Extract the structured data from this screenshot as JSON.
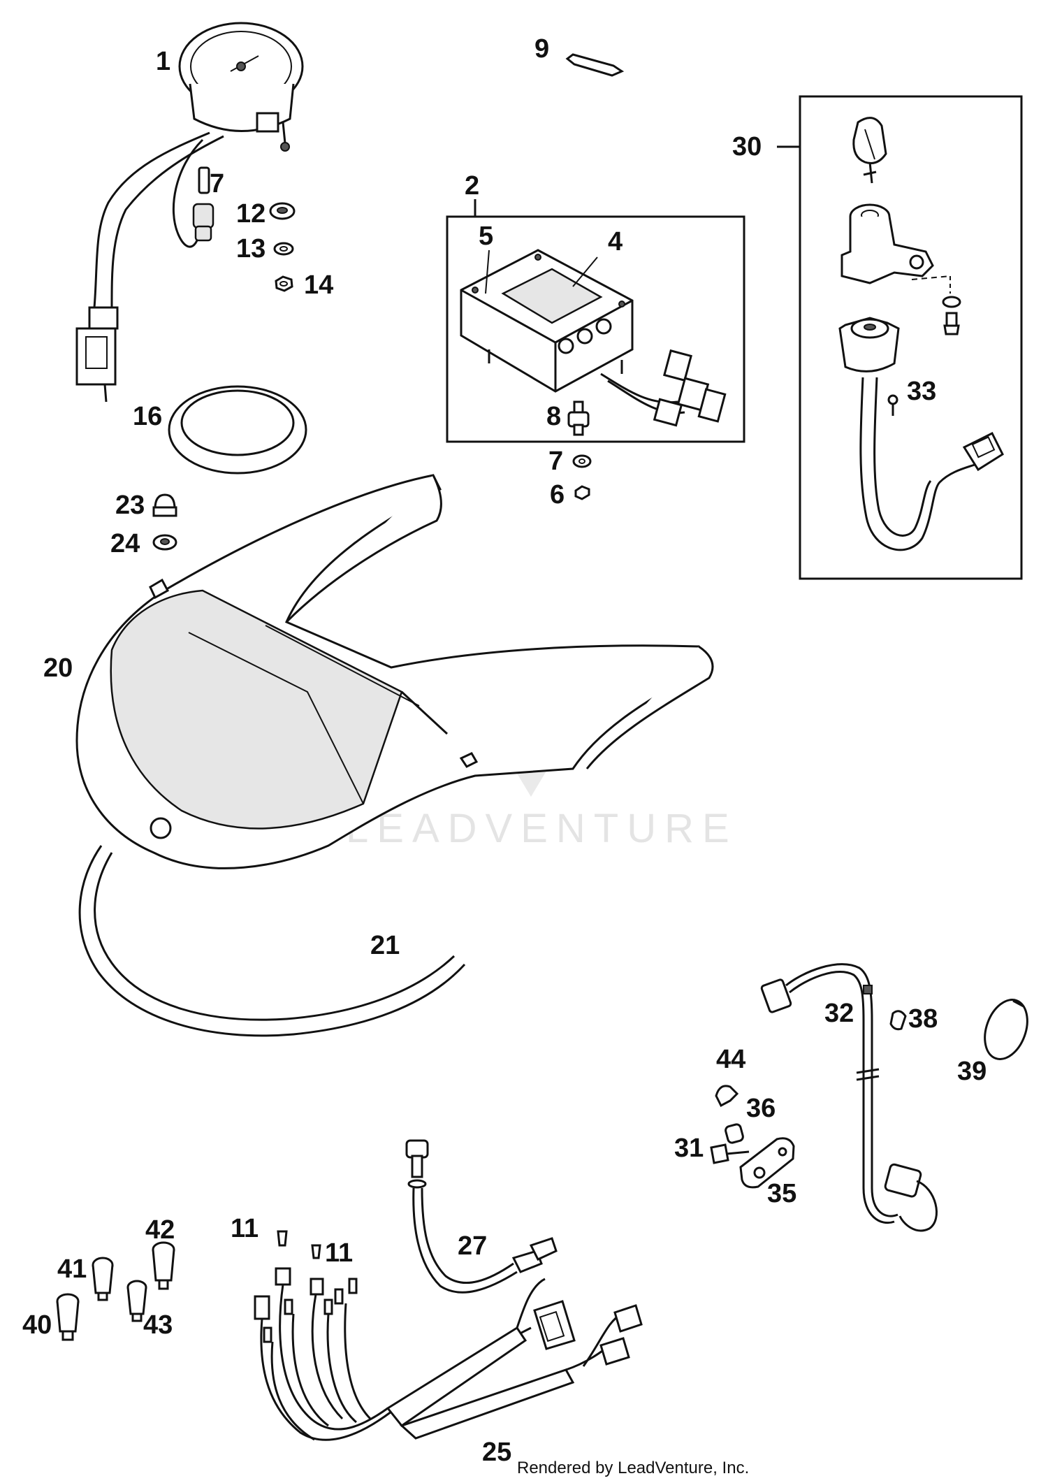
{
  "callouts": [
    {
      "id": "c1",
      "text": "1"
    },
    {
      "id": "c2",
      "text": "2"
    },
    {
      "id": "c4",
      "text": "4"
    },
    {
      "id": "c5",
      "text": "5"
    },
    {
      "id": "c6",
      "text": "6"
    },
    {
      "id": "c7a",
      "text": "7"
    },
    {
      "id": "c7b",
      "text": "7"
    },
    {
      "id": "c8",
      "text": "8"
    },
    {
      "id": "c9",
      "text": "9"
    },
    {
      "id": "c11a",
      "text": "11"
    },
    {
      "id": "c11b",
      "text": "11"
    },
    {
      "id": "c12",
      "text": "12"
    },
    {
      "id": "c13",
      "text": "13"
    },
    {
      "id": "c14",
      "text": "14"
    },
    {
      "id": "c16",
      "text": "16"
    },
    {
      "id": "c20",
      "text": "20"
    },
    {
      "id": "c21",
      "text": "21"
    },
    {
      "id": "c23",
      "text": "23"
    },
    {
      "id": "c24",
      "text": "24"
    },
    {
      "id": "c25",
      "text": "25"
    },
    {
      "id": "c27",
      "text": "27"
    },
    {
      "id": "c30",
      "text": "30"
    },
    {
      "id": "c31",
      "text": "31"
    },
    {
      "id": "c32",
      "text": "32"
    },
    {
      "id": "c33",
      "text": "33"
    },
    {
      "id": "c35",
      "text": "35"
    },
    {
      "id": "c36",
      "text": "36"
    },
    {
      "id": "c38",
      "text": "38"
    },
    {
      "id": "c39",
      "text": "39"
    },
    {
      "id": "c40",
      "text": "40"
    },
    {
      "id": "c41",
      "text": "41"
    },
    {
      "id": "c42",
      "text": "42"
    },
    {
      "id": "c43",
      "text": "43"
    },
    {
      "id": "c44",
      "text": "44"
    }
  ],
  "watermark": "LEADVENTURE",
  "credit": "Rendered by LeadVenture, Inc."
}
